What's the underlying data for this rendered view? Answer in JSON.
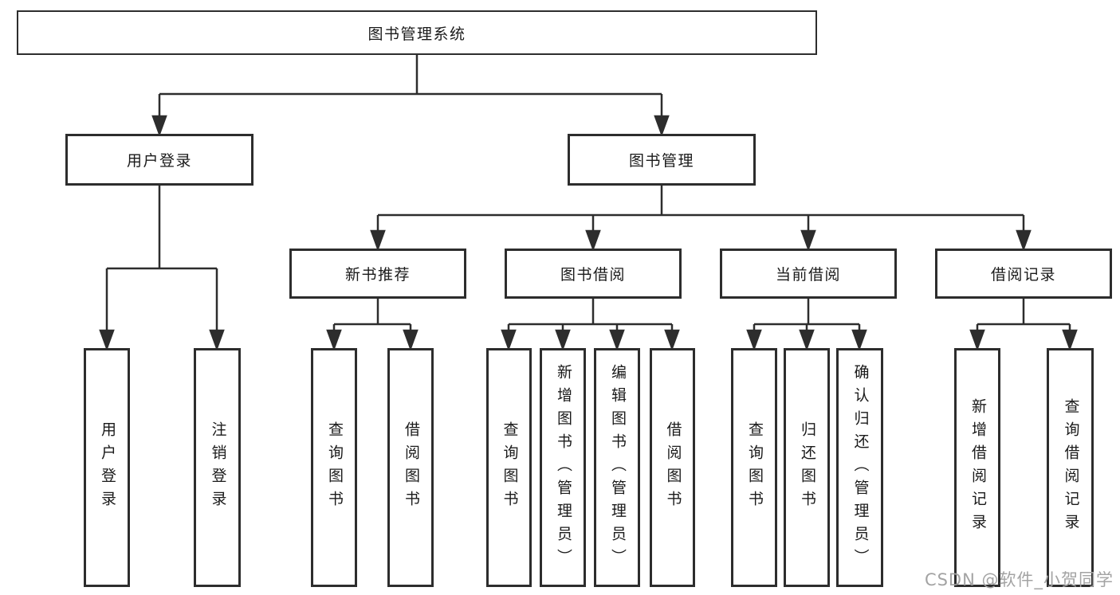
{
  "tree": {
    "root": {
      "label": "图书管理系统"
    },
    "level2": [
      {
        "label": "用户登录",
        "children": [
          {
            "label": "用户登录"
          },
          {
            "label": "注销登录"
          }
        ]
      },
      {
        "label": "图书管理",
        "children": [
          {
            "label": "新书推荐",
            "children": [
              {
                "label": "查询图书"
              },
              {
                "label": "借阅图书"
              }
            ]
          },
          {
            "label": "图书借阅",
            "children": [
              {
                "label": "查询图书"
              },
              {
                "label": "新增图书（管理员）"
              },
              {
                "label": "编辑图书（管理员）"
              },
              {
                "label": "借阅图书"
              }
            ]
          },
          {
            "label": "当前借阅",
            "children": [
              {
                "label": "查询图书"
              },
              {
                "label": "归还图书"
              },
              {
                "label": "确认归还（管理员）"
              }
            ]
          },
          {
            "label": "借阅记录",
            "children": [
              {
                "label": "新增借阅记录"
              },
              {
                "label": "查询借阅记录"
              }
            ]
          }
        ]
      }
    ]
  },
  "watermark": {
    "text": "CSDN @软件_小贺同学"
  },
  "colors": {
    "line": "#2d2d2d",
    "box_border": "#2d2d2d",
    "text": "#1a1a1a",
    "background": "#ffffff",
    "watermark": "#a3a3a3"
  }
}
